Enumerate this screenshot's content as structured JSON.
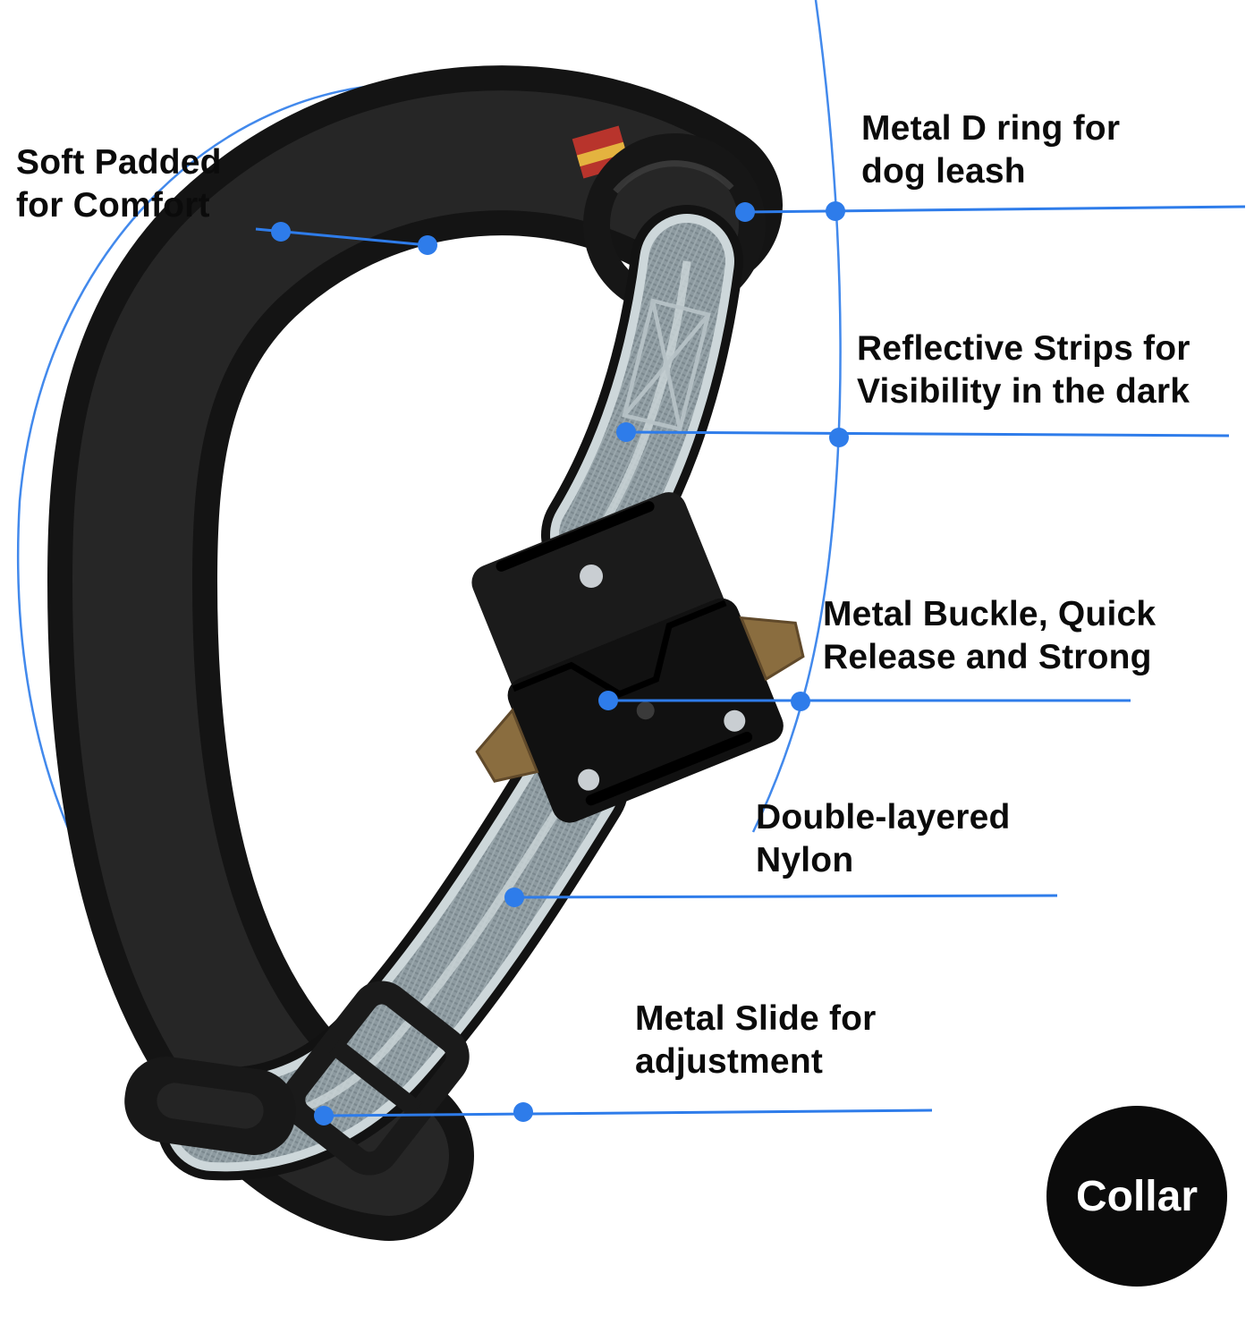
{
  "colors": {
    "accent": "#2e7cea",
    "text": "#0b0b0b",
    "background": "#ffffff",
    "badge_bg": "#0b0b0b",
    "badge_text": "#ffffff",
    "collar_black": "#141414",
    "pad_inner": "#262626",
    "nylon_gray": "#8d9aa0",
    "reflective_strip": "#cdd7da",
    "buckle_bronze": "#8a6d3f",
    "rivet_silver": "#c9ced2"
  },
  "callouts": [
    {
      "id": "soft-padded",
      "label": "Soft Padded\nfor Comfort"
    },
    {
      "id": "d-ring",
      "label": "Metal D ring for\ndog leash"
    },
    {
      "id": "reflective-strips",
      "label": "Reflective Strips for\nVisibility in the dark"
    },
    {
      "id": "metal-buckle",
      "label": "Metal Buckle, Quick\nRelease and Strong"
    },
    {
      "id": "double-layered-nylon",
      "label": "Double-layered\nNylon"
    },
    {
      "id": "metal-slide",
      "label": "Metal Slide for\nadjustment"
    }
  ],
  "badge": {
    "label": "Collar"
  }
}
